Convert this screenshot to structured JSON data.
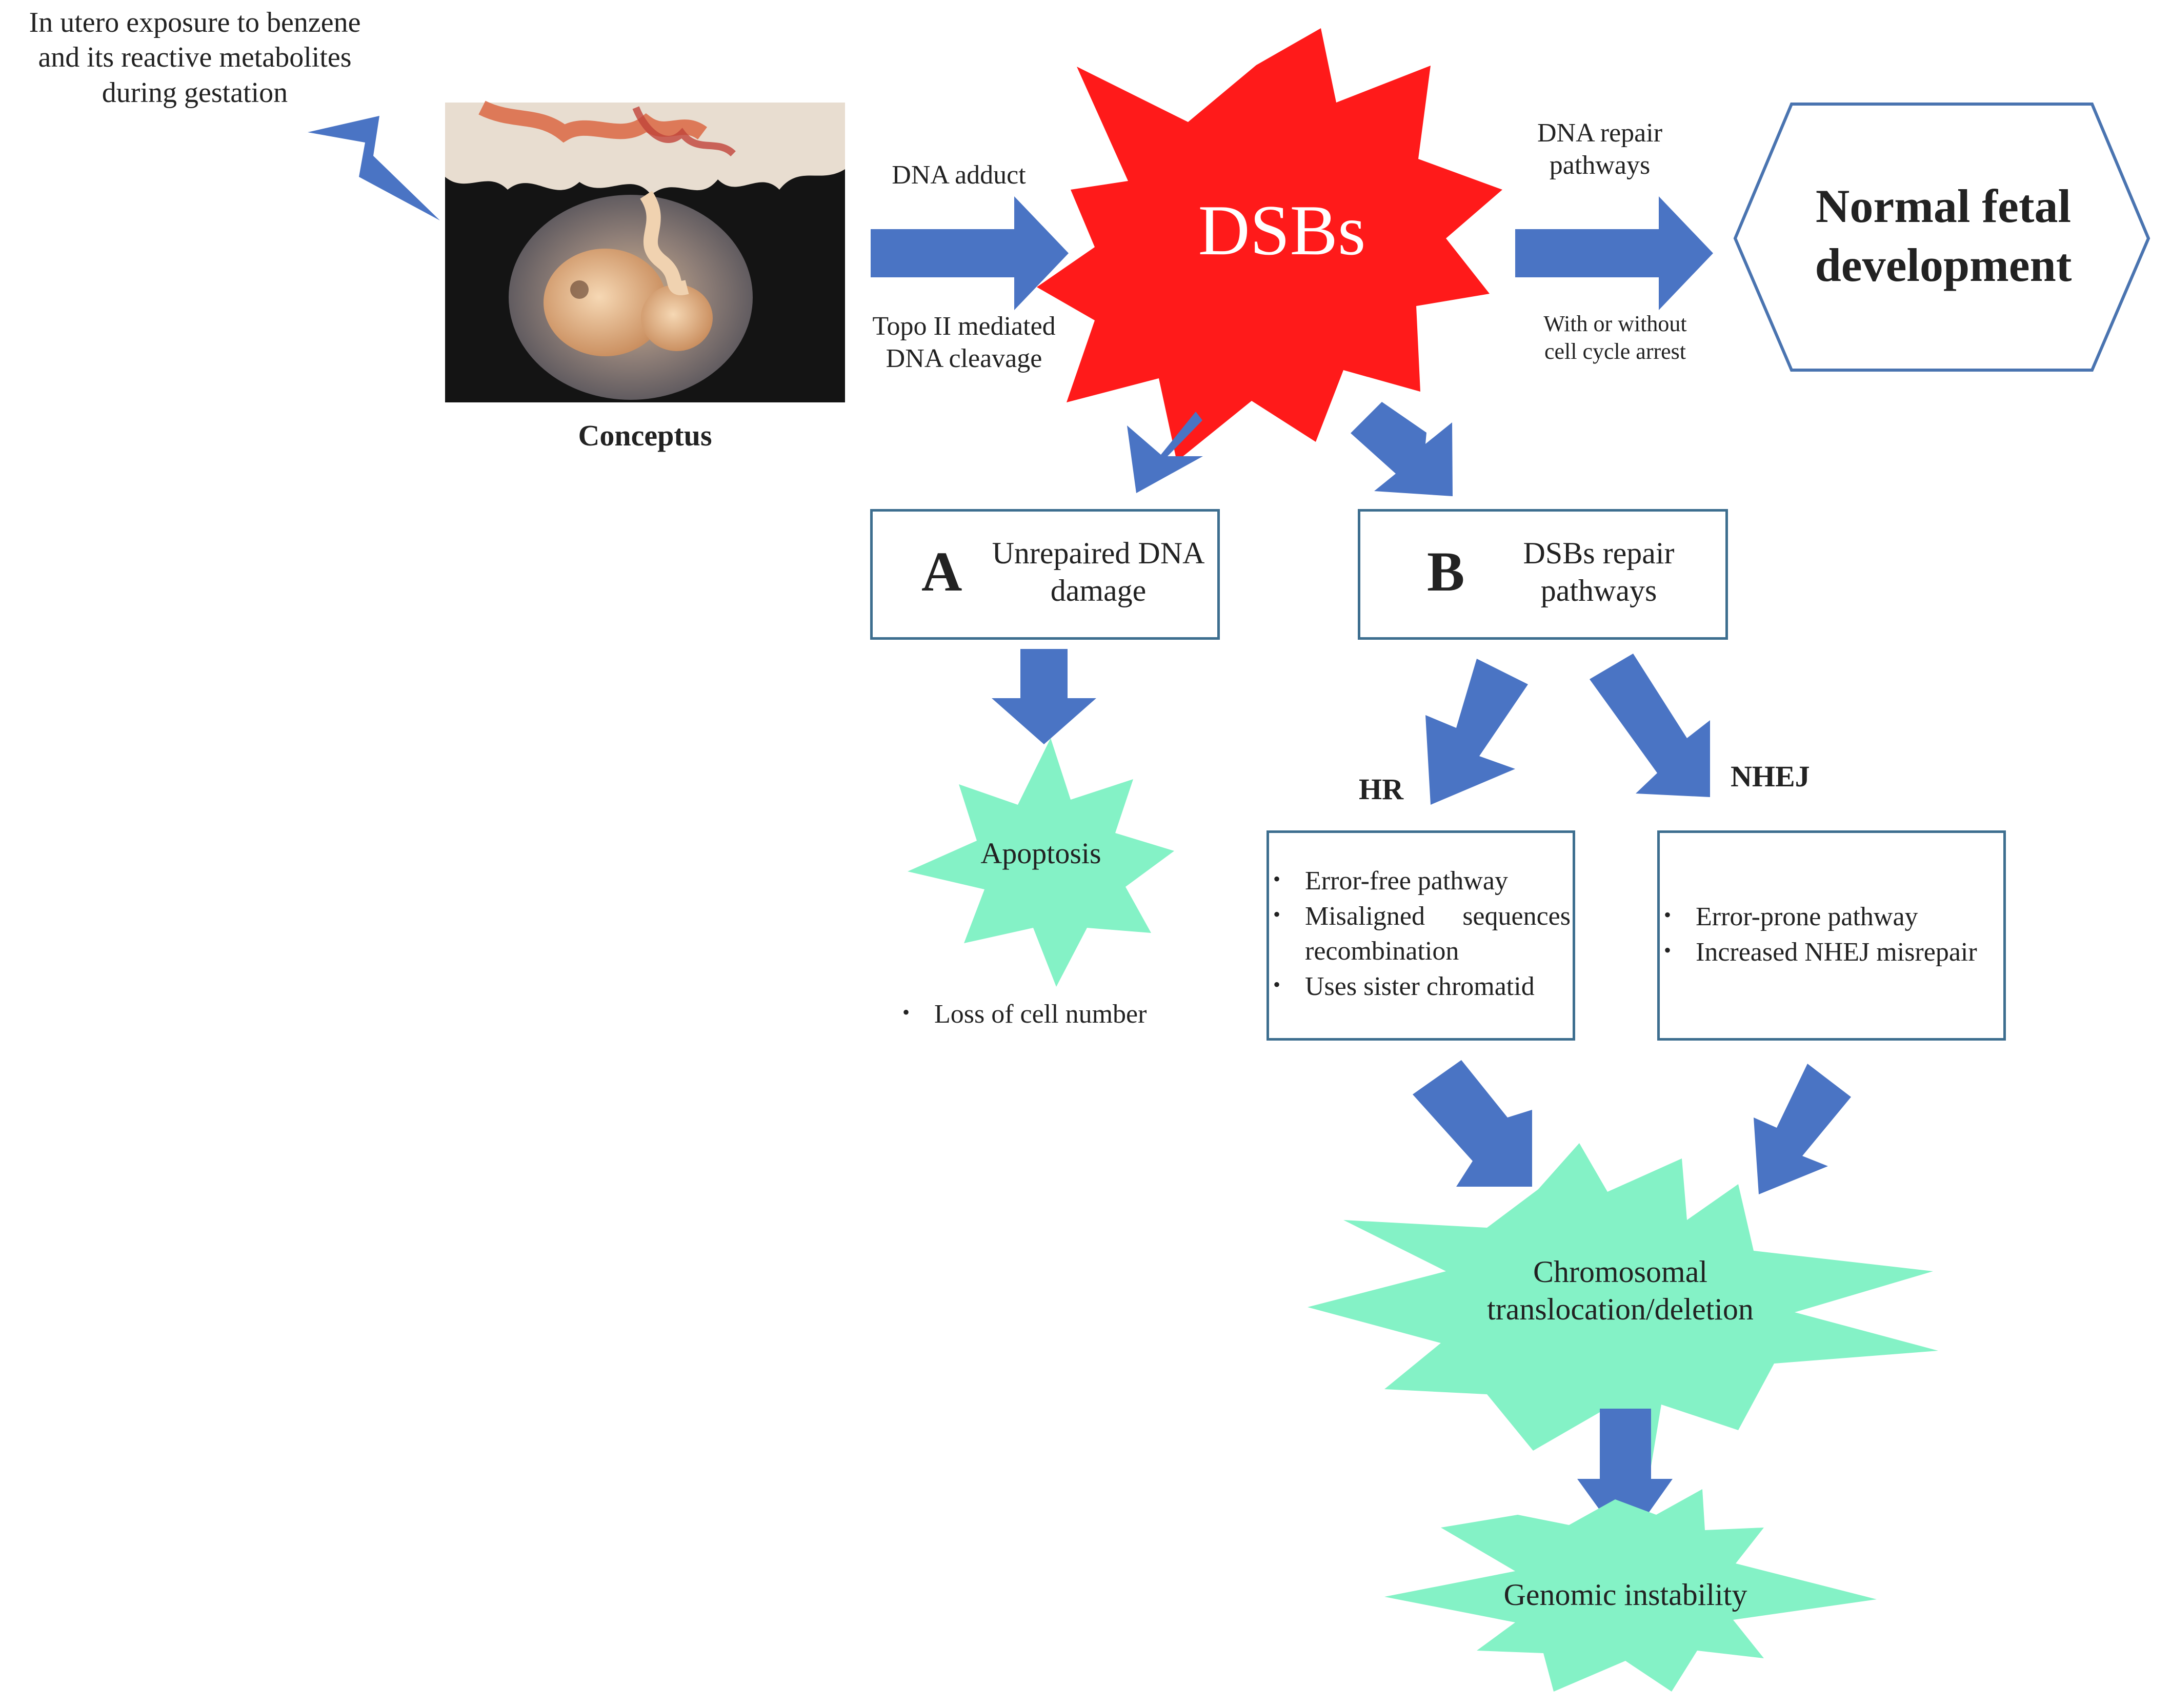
{
  "exposure": {
    "line1": "In utero exposure to benzene",
    "line2": "and its reactive metabolites",
    "line3": "during gestation"
  },
  "conceptus_label": "Conceptus",
  "arrow_labels": {
    "dna_adduct": "DNA adduct",
    "topo_line1": "Topo II mediated",
    "topo_line2": "DNA cleavage",
    "repair_line1": "DNA repair",
    "repair_line2": "pathways",
    "arrest_line1": "With or without",
    "arrest_line2": "cell cycle arrest"
  },
  "dsbs_label": "DSBs",
  "normal": {
    "line1": "Normal fetal",
    "line2": "development"
  },
  "box_a": {
    "letter": "A",
    "line1": "Unrepaired DNA",
    "line2": "damage"
  },
  "box_b": {
    "letter": "B",
    "line1": "DSBs repair",
    "line2": "pathways"
  },
  "apoptosis": {
    "label": "Apoptosis",
    "bullet": "Loss of cell number"
  },
  "hr": {
    "label": "HR",
    "items": [
      "Error-free pathway",
      "Misaligned sequences recombination",
      "Uses sister chromatid"
    ]
  },
  "nhej": {
    "label": "NHEJ",
    "items": [
      "Error-prone pathway",
      "Increased NHEJ misrepair"
    ]
  },
  "chromosomal": {
    "line1": "Chromosomal",
    "line2": "translocation/deletion"
  },
  "genomic": "Genomic instability",
  "colors": {
    "arrow_blue": "#4a74c4",
    "dsbs_red": "#ff1a1a",
    "burst_green": "#84f2c6",
    "box_border": "#3d6e8f",
    "hexagon_border": "#4a74b0"
  }
}
